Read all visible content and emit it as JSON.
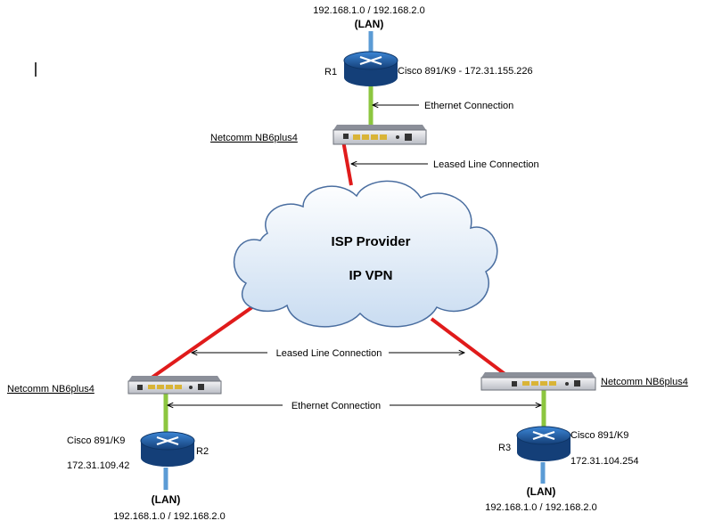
{
  "colors": {
    "leased_line": "#e01b1b",
    "ethernet": "#8cc63f",
    "lan_link": "#5b9bd5",
    "router_body": "#1f5fa8",
    "cloud_fill": "#d8e7f5",
    "cloud_stroke": "#4a6ea0"
  },
  "icons": {
    "router": "router-icon",
    "modem": "modem-icon",
    "cloud": "cloud-icon"
  },
  "cloud": {
    "title": "ISP Provider",
    "subtitle": "IP VPN"
  },
  "sites": {
    "r1": {
      "lan_label": "(LAN)",
      "lan_subnets": "192.168.1.0 / 192.168.2.0",
      "router_name": "R1",
      "router_info": "Cisco 891/K9 - 172.31.155.226",
      "modem_name": "Netcomm NB6plus4",
      "ethernet_label": "Ethernet Connection",
      "leased_label": "Leased Line Connection"
    },
    "r2": {
      "router_name": "R2",
      "router_model": "Cisco 891/K9",
      "router_ip": "172.31.109.42",
      "lan_label": "(LAN)",
      "lan_subnets": "192.168.1.0 / 192.168.2.0",
      "modem_name": "Netcomm NB6plus4"
    },
    "r3": {
      "router_name": "R3",
      "router_model": "Cisco 891/K9",
      "router_ip": "172.31.104.254",
      "lan_label": "(LAN)",
      "lan_subnets": "192.168.1.0 / 192.168.2.0",
      "modem_name": "Netcomm NB6plus4"
    }
  },
  "links": {
    "bottom_leased_label": "Leased Line Connection",
    "bottom_ethernet_label": "Ethernet Connection"
  }
}
